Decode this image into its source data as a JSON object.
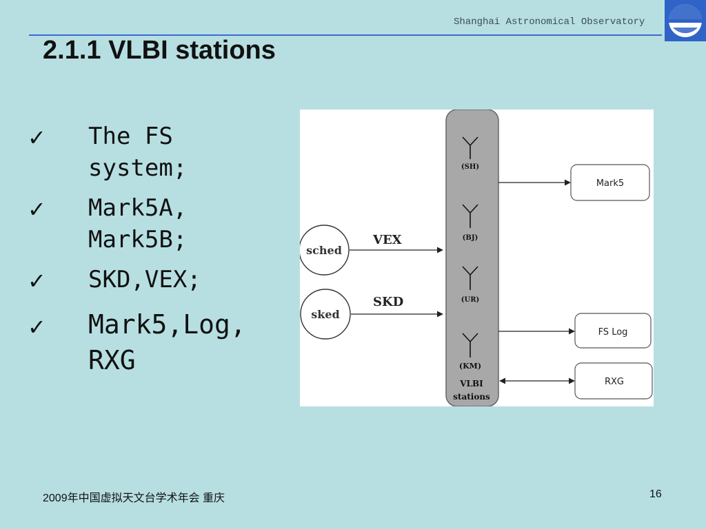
{
  "header": {
    "org": "Shanghai Astronomical Observatory",
    "title": "2.1.1 VLBI stations"
  },
  "bullets": [
    {
      "line1": "The FS",
      "line2": "system;"
    },
    {
      "line1": "Mark5A,",
      "line2": "Mark5B;"
    },
    {
      "line1": "SKD,VEX;"
    },
    {
      "line1": "Mark5,Log,",
      "line2": "RXG"
    }
  ],
  "diagram": {
    "sched": "sched",
    "sked": "sked",
    "vex": "VEX",
    "skd": "SKD",
    "stations": [
      "(SH)",
      "(BJ)",
      "(UR)",
      "(KM)"
    ],
    "vlbi_line1": "VLBI",
    "vlbi_line2": "stations",
    "mark5": "Mark5",
    "fslog": "FS Log",
    "rxg": "RXG"
  },
  "footer": {
    "left": "2009年中国虚拟天文台学术年会 重庆",
    "page": "16"
  },
  "colors": {
    "background": "#b7dfe2",
    "accent": "#2f63c8"
  }
}
